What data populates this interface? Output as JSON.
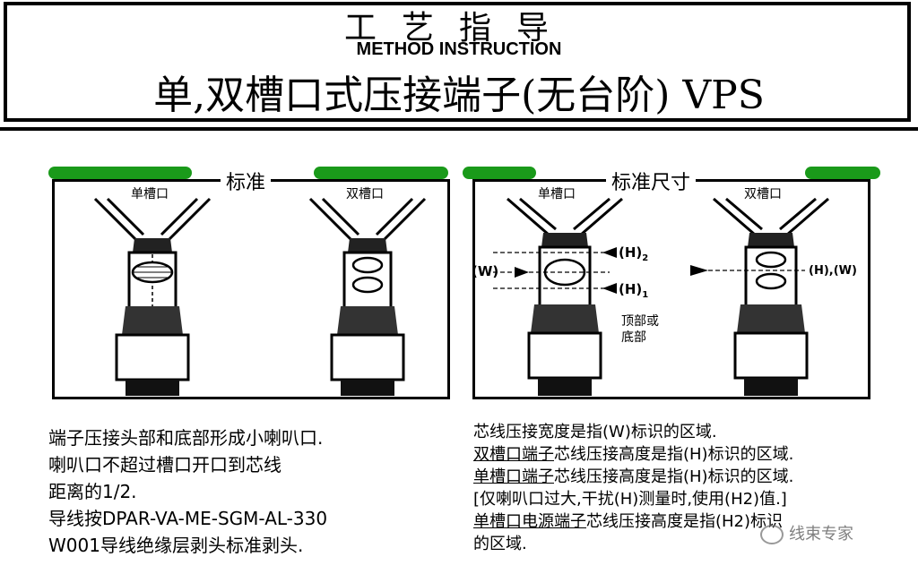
{
  "header": {
    "title_cn": "工艺指导",
    "title_en": "METHOD INSTRUCTION",
    "main_title": "单,双槽口式压接端子(无台阶) VPS"
  },
  "panels": {
    "left": {
      "heading": "标准",
      "label_single": "单槽口",
      "label_double": "双槽口"
    },
    "right": {
      "heading": "标准尺寸",
      "label_single": "单槽口",
      "label_double": "双槽口",
      "w_marker": "(W)",
      "h2_marker": "(H)",
      "h2_sub": "2",
      "h1_marker": "(H)",
      "h1_sub": "1",
      "hw_marker": "(H),(W)",
      "note_line1": "顶部或",
      "note_line2": "底部"
    }
  },
  "left_text": {
    "line1": "端子压接头部和底部形成小喇叭口.",
    "line2": "喇叭口不超过槽口开口到芯线",
    "line3": "距离的1/2.",
    "line4": "导线按DPAR-VA-ME-SGM-AL-330",
    "line5": "W001导线绝缘层剥头标准剥头."
  },
  "right_text": {
    "line1": "芯线压接宽度是指(W)标识的区域.",
    "line2_u": "双槽口端子",
    "line2_rest": "芯线压接高度是指(H)标识的区域.",
    "line3_u": "单槽口端子",
    "line3_rest": "芯线压接高度是指(H)标识的区域.",
    "line4": "[仅喇叭口过大,干扰(H)测量时,使用(H2)值.]",
    "line5_u": "单槽口电源端子",
    "line5_rest": "芯线压接高度是指(H2)标识",
    "line6": "的区域."
  },
  "watermark": {
    "text": "线束专家"
  },
  "colors": {
    "accent_green": "#1a9a1a"
  }
}
